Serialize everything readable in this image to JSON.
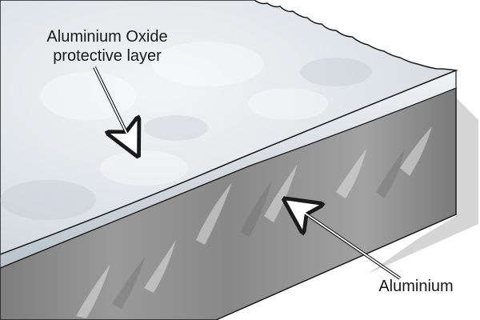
{
  "labels": {
    "oxide_line1": "Aluminium Oxide",
    "oxide_line2": "protective layer",
    "metal": "Aluminium"
  },
  "colors": {
    "oxide_surface": "#e4e8ec",
    "oxide_edge": "#c9d2d9",
    "metal_face": "#8e8e8e",
    "metal_highlight": "#d6d6d6",
    "shadow": "#a8a8a8",
    "outline": "#1a1a1a"
  }
}
